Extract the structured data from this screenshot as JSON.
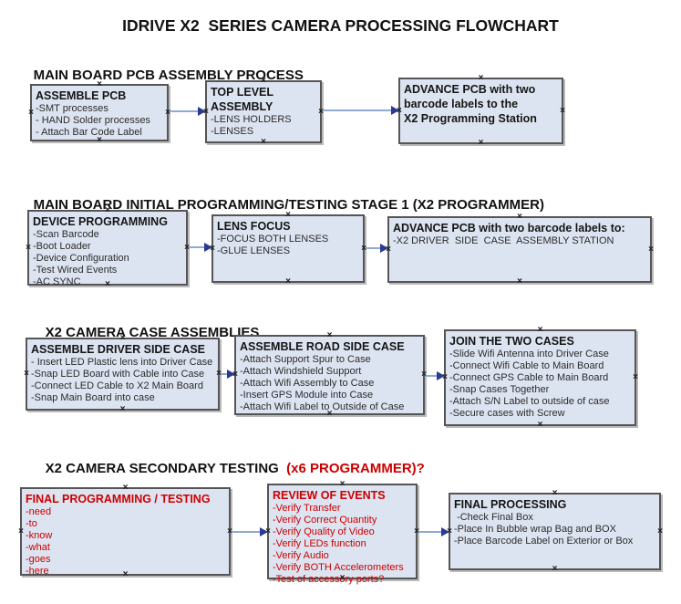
{
  "title": "IDRIVE X2  SERIES CAMERA PROCESSING FLOWCHART",
  "artifacts": {
    "handle_glyph": "×"
  },
  "colors": {
    "box_fill": "#dde4f1",
    "box_border": "#555555",
    "accent_red": "#cc0000",
    "connector_line": "#8fa8d8",
    "connector_arrow": "#2b3990",
    "text_dark": "#2b2b2b"
  },
  "sections": [
    {
      "header": "MAIN BOARD PCB ASSEMBLY PROCESS",
      "boxes": [
        {
          "title": "ASSEMBLE PCB",
          "items": [
            "-SMT processes",
            "- HAND Solder processes",
            "- Attach Bar Code Label"
          ]
        },
        {
          "title": "TOP LEVEL ASSEMBLY",
          "items": [
            "-LENS HOLDERS",
            "-LENSES"
          ]
        },
        {
          "title": "ADVANCE PCB with two\nbarcode labels to the\n X2 Programming Station",
          "items": []
        }
      ]
    },
    {
      "header": "MAIN BOARD INITIAL PROGRAMMING/TESTING STAGE 1 (X2 PROGRAMMER)",
      "boxes": [
        {
          "title": "DEVICE PROGRAMMING",
          "items": [
            "-Scan Barcode",
            "-Boot Loader",
            "-Device Configuration",
            "-Test Wired Events",
            "-AC SYNC"
          ]
        },
        {
          "title": "LENS FOCUS",
          "items": [
            "-FOCUS BOTH LENSES",
            "-GLUE LENSES"
          ]
        },
        {
          "title": "ADVANCE PCB with two barcode labels to:",
          "items": [
            "-X2 DRIVER  SIDE  CASE  ASSEMBLY STATION"
          ]
        }
      ]
    },
    {
      "header": "X2 CAMERA CASE ASSEMBLIES",
      "boxes": [
        {
          "title": "ASSEMBLE DRIVER SIDE CASE",
          "items": [
            "- Insert LED Plastic lens into Driver Case",
            "-Snap LED Board with Cable into Case",
            "-Connect LED Cable to X2 Main Board",
            "-Snap Main Board into case"
          ]
        },
        {
          "title": "ASSEMBLE ROAD SIDE CASE",
          "items": [
            "-Attach Support Spur to Case",
            "-Attach Windshield Support",
            "-Attach Wifi Assembly to Case",
            "-Insert GPS Module into Case",
            "-Attach Wifi Label to Outside of Case"
          ]
        },
        {
          "title": "JOIN THE TWO CASES",
          "items": [
            "-Slide Wifi Antenna into Driver Case",
            "-Connect Wifi Cable to Main Board",
            "-Connect GPS Cable to Main Board",
            "-Snap Cases Together",
            "-Attach S/N Label to outside of case",
            "-Secure cases with Screw"
          ]
        }
      ]
    },
    {
      "header": "X2 CAMERA SECONDARY TESTING  ",
      "header_red": "(x6 PROGRAMMER)?",
      "boxes": [
        {
          "title": "FINAL PROGRAMMING / TESTING",
          "items": [
            "-need",
            "-to",
            "-know",
            "-what",
            "-goes",
            "-here"
          ]
        },
        {
          "title": "REVIEW OF EVENTS",
          "items": [
            "-Verify Transfer",
            "-Verify Correct Quantity",
            "-Verify Quality of Video",
            "-Verify LEDs function",
            "-Verify Audio",
            "-Verify BOTH Accelerometers",
            "-Test of accessory ports?"
          ]
        },
        {
          "title": "FINAL PROCESSING",
          "items": [
            " -Check Final Box",
            "-Place In Bubble wrap Bag and BOX",
            "-Place Barcode Label on Exterior or Box"
          ]
        }
      ]
    }
  ]
}
